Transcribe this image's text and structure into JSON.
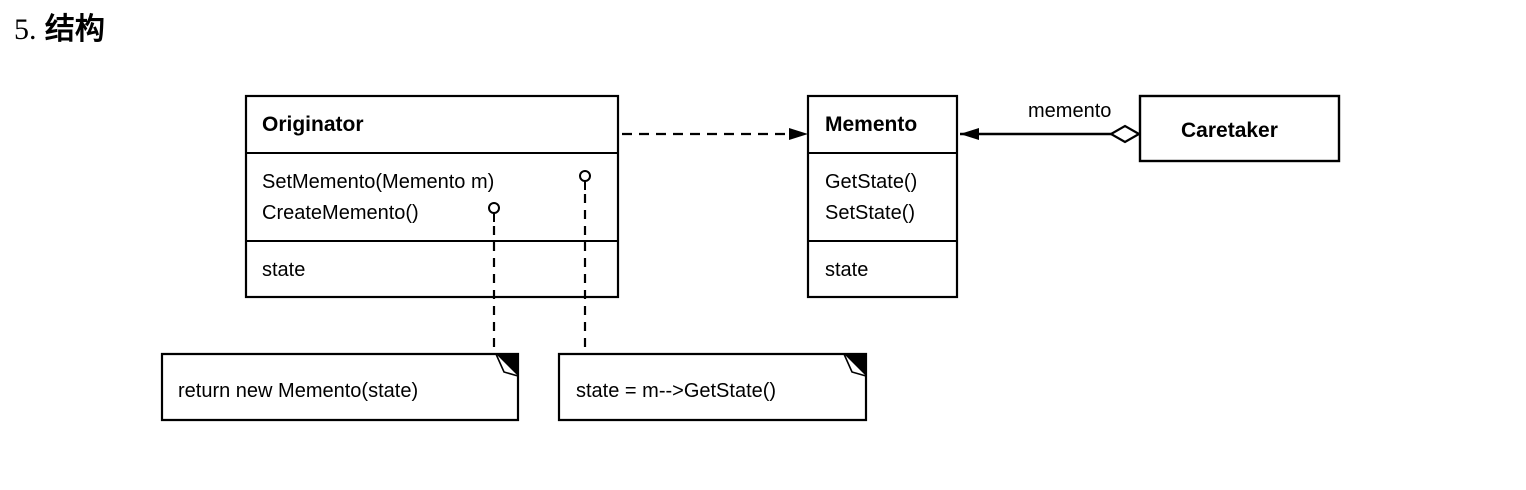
{
  "heading": {
    "number": "5.",
    "title": "结构"
  },
  "classes": {
    "originator": {
      "name": "Originator",
      "operations": [
        "SetMemento(Memento m)",
        "CreateMemento()"
      ],
      "attributes": [
        "state"
      ]
    },
    "memento": {
      "name": "Memento",
      "operations": [
        "GetState()",
        "SetState()"
      ],
      "attributes": [
        "state"
      ]
    },
    "caretaker": {
      "name": "Caretaker"
    }
  },
  "associations": {
    "caretaker_memento_role": "memento"
  },
  "notes": {
    "create_memento": "return new Memento(state)",
    "set_memento": "state = m-->GetState()"
  }
}
